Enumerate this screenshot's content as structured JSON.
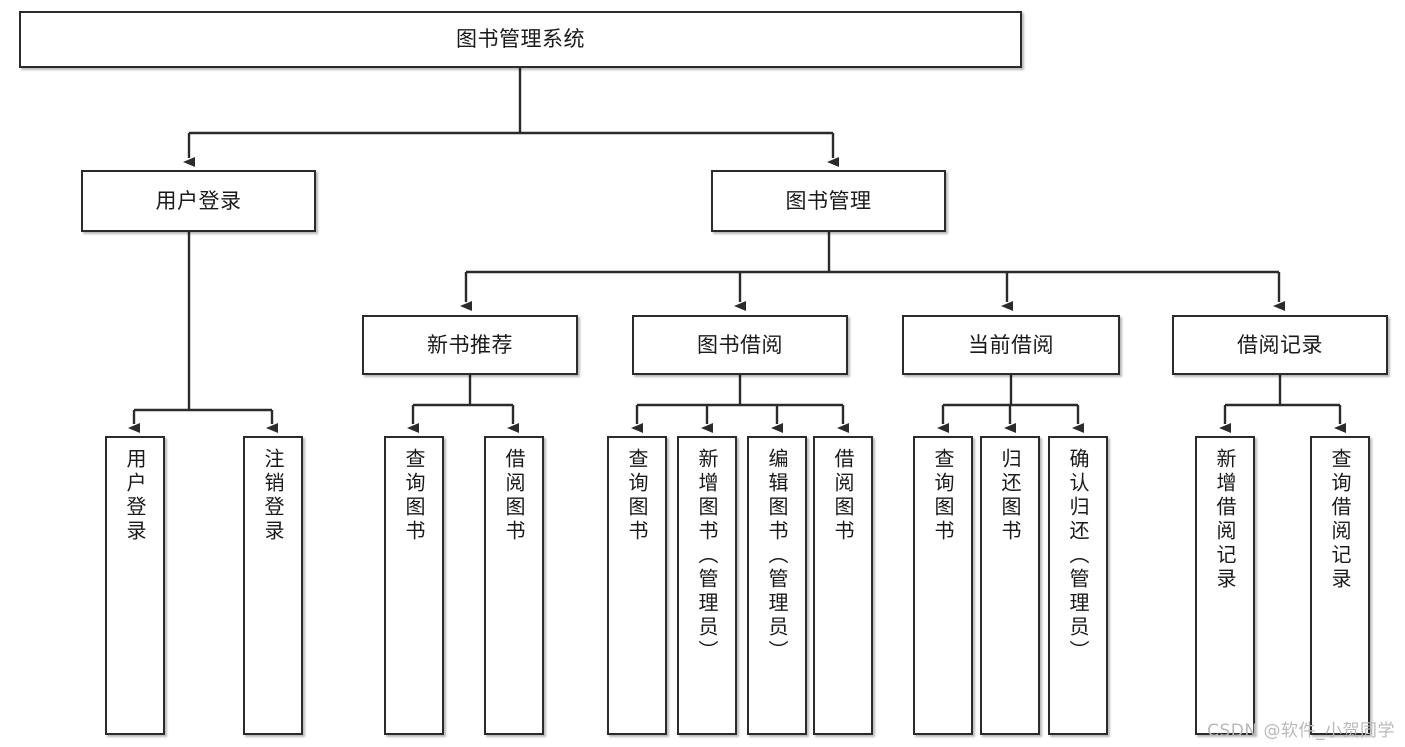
{
  "diagram": {
    "title": "图书管理系统",
    "watermark": "CSDN @软件_小贺同学",
    "style": {
      "box_border_color": "#2b2b2b",
      "box_fill": "#ffffff",
      "edge_color": "#2b2b2b",
      "text_color": "#1a1a1a",
      "watermark_color": "#b9b9b9"
    },
    "levels": {
      "root": {
        "label": "图书管理系统"
      },
      "level2": [
        {
          "label": "用户登录"
        },
        {
          "label": "图书管理"
        }
      ],
      "level3": [
        {
          "label": "新书推荐"
        },
        {
          "label": "图书借阅"
        },
        {
          "label": "当前借阅"
        },
        {
          "label": "借阅记录"
        }
      ],
      "leaves": {
        "user_login": [
          {
            "label": "用户登录"
          },
          {
            "label": "注销登录"
          }
        ],
        "new_book_recommend": [
          {
            "label": "查询图书"
          },
          {
            "label": "借阅图书"
          }
        ],
        "book_borrow": [
          {
            "label": "查询图书"
          },
          {
            "label": "新增图书（管理员）"
          },
          {
            "label": "编辑图书（管理员）"
          },
          {
            "label": "借阅图书"
          }
        ],
        "current_borrow": [
          {
            "label": "查询图书"
          },
          {
            "label": "归还图书"
          },
          {
            "label": "确认归还（管理员）"
          }
        ],
        "borrow_record": [
          {
            "label": "新增借阅记录"
          },
          {
            "label": "查询借阅记录"
          }
        ]
      }
    }
  }
}
